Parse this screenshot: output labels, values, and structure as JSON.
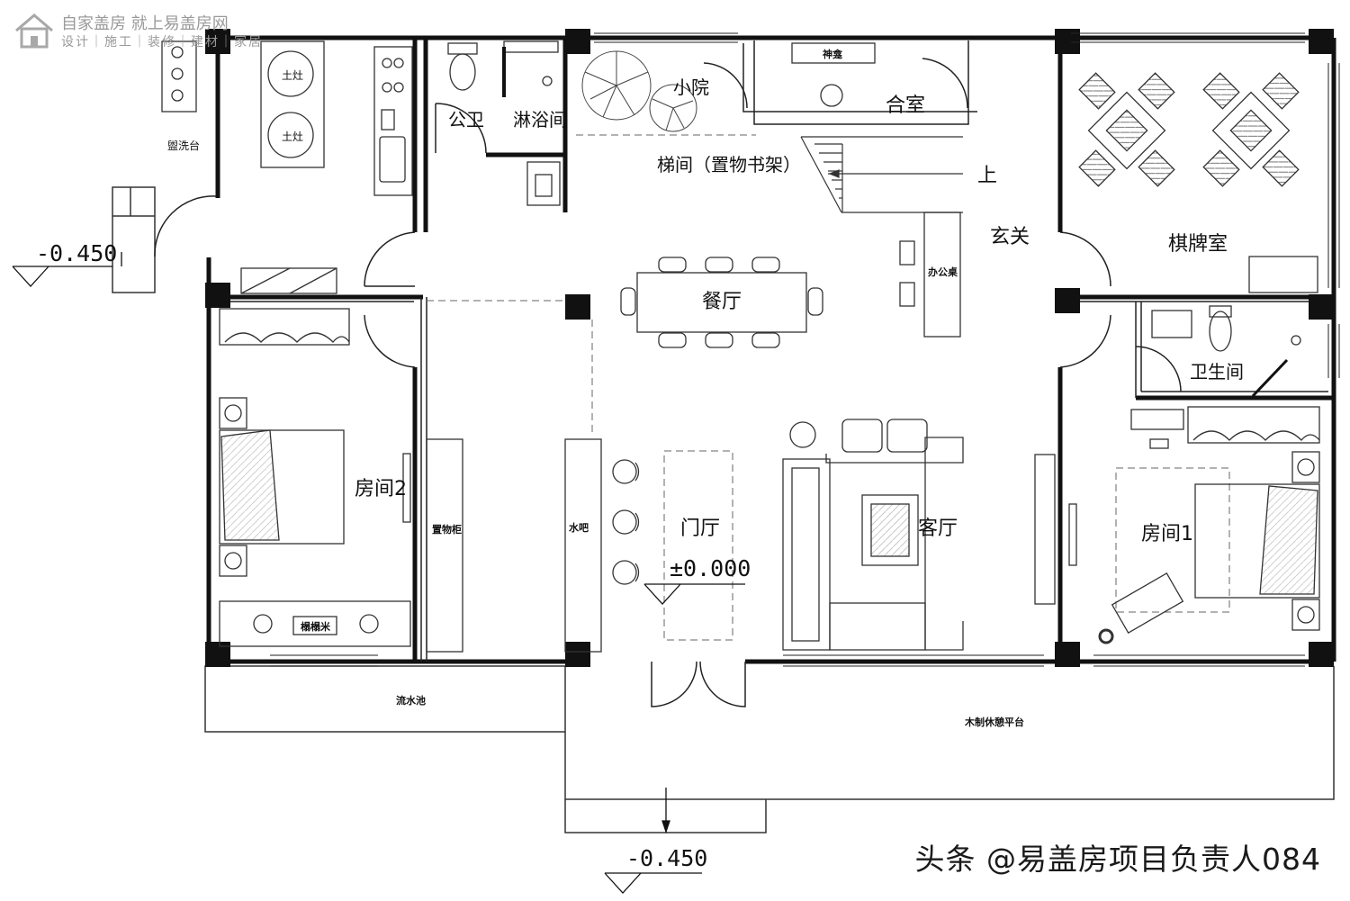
{
  "watermark": {
    "line1": "自家盖房 就上易盖房网",
    "line2": "设计｜施工｜装修｜建材｜家居"
  },
  "credit": "头条 @易盖房项目负责人084",
  "levels": {
    "left": "-0.450",
    "bottom": "-0.450",
    "hall": "±0.000"
  },
  "rooms": {
    "kitchen_stove_1": "土灶",
    "kitchen_stove_2": "土灶",
    "washbasin": "盥洗台",
    "public_toilet": "公卫",
    "shower": "淋浴间",
    "courtyard": "小院",
    "prayer_room": "合室",
    "shrine": "神龛",
    "stairwell": "梯间（置物书架）",
    "up": "上",
    "foyer": "玄关",
    "office_desk": "办公桌",
    "chess_room": "棋牌室",
    "bathroom": "卫生间",
    "dining": "餐厅",
    "room2": "房间2",
    "room1": "房间1",
    "storage": "置物柜",
    "bar": "水吧",
    "entrance_hall": "门厅",
    "living": "客厅",
    "tatami": "榻榻米",
    "pool": "流水池",
    "deck": "木制休憩平台"
  }
}
